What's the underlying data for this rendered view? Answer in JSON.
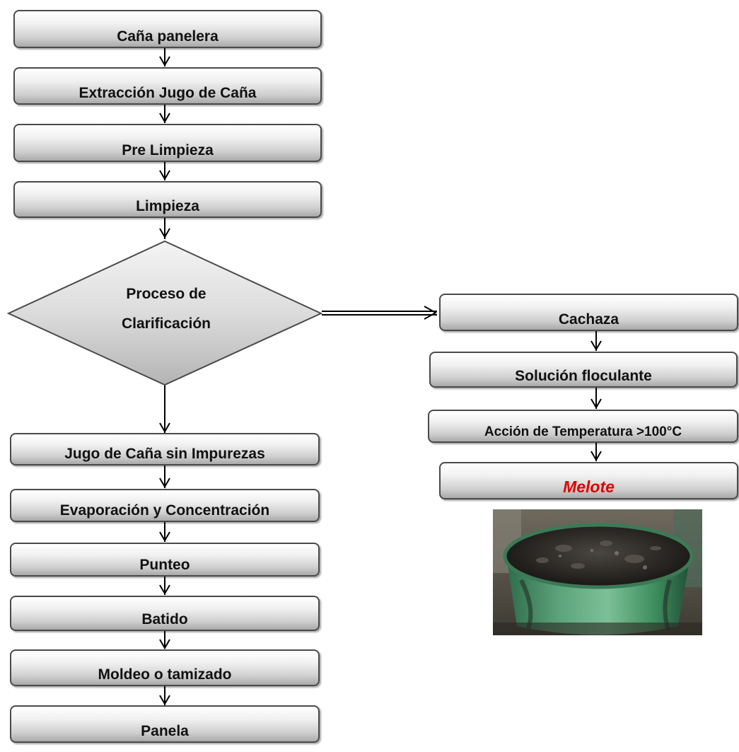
{
  "main_flow": [
    "Caña panelera",
    "Extracción Jugo de Caña",
    "Pre Limpieza",
    "Limpieza"
  ],
  "decision": {
    "line1": "Proceso de",
    "line2": "Clarificación"
  },
  "bottom_flow": [
    "Jugo de Caña sin Impurezas",
    "Evaporación y Concentración",
    "Punteo",
    "Batido",
    "Moldeo o tamizado",
    "Panela"
  ],
  "side_flow": [
    "Cachaza",
    "Solución floculante",
    "Acción de Temperatura >100°C",
    "Melote"
  ],
  "colors": {
    "box_border": "#4a4a4a",
    "highlight_text": "#e00000",
    "photo_green": "#3f8f5f",
    "photo_dark": "#1b1b1b"
  }
}
